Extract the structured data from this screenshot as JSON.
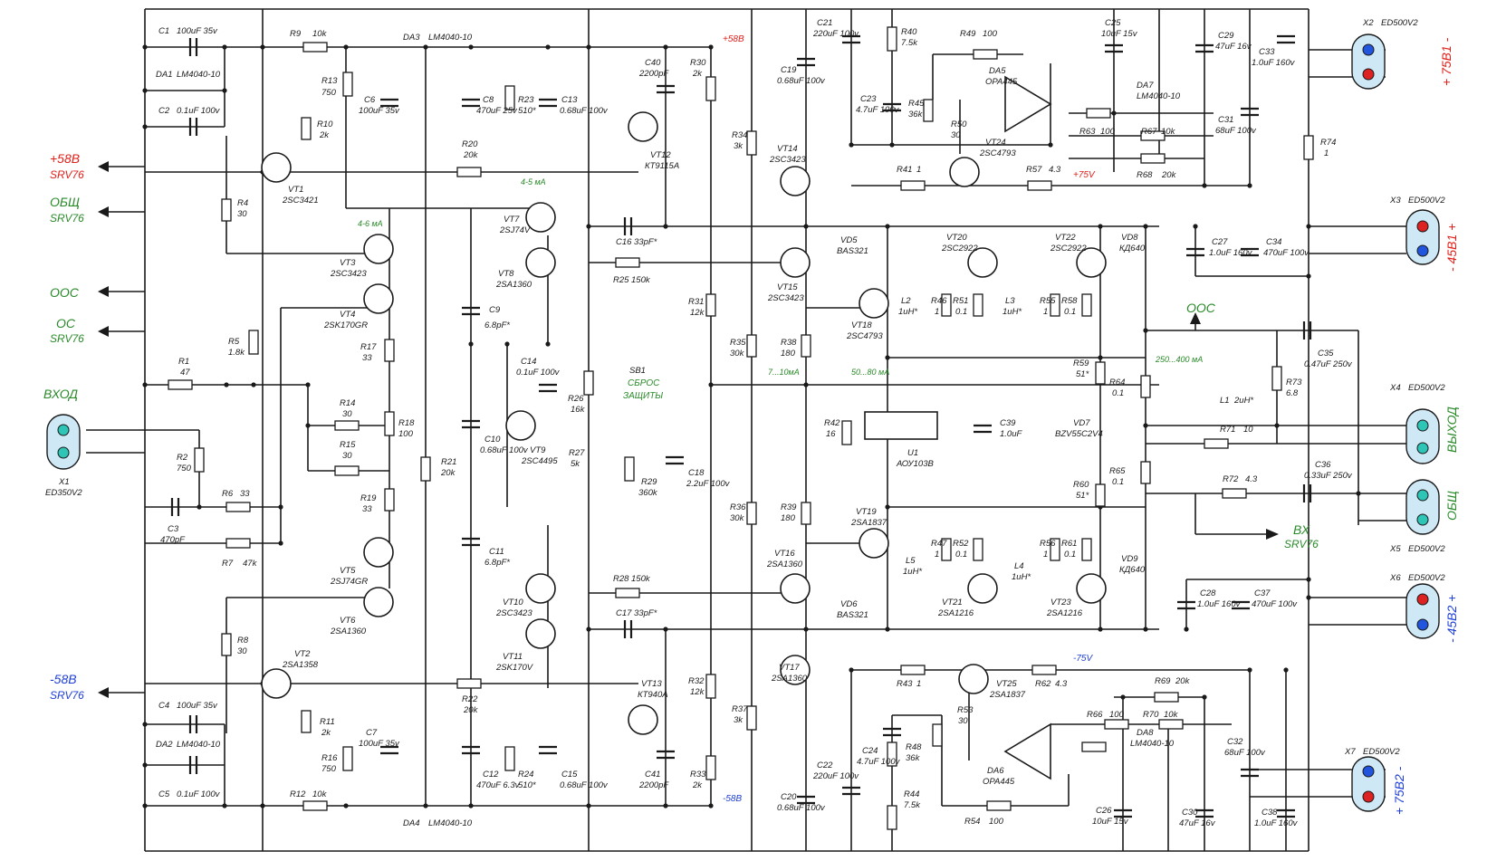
{
  "rails": {
    "pos58": "+58В",
    "neg58": "-58В",
    "pos75": "+75V",
    "neg75": "-75V"
  },
  "left_signals": [
    {
      "name": "+58В",
      "sub": "SRV76",
      "color": "red"
    },
    {
      "name": "ОБЩ",
      "sub": "SRV76",
      "color": "green"
    },
    {
      "name": "ООС",
      "sub": "",
      "color": "green"
    },
    {
      "name": "ОС",
      "sub": "SRV76",
      "color": "green"
    },
    {
      "name": "-58В",
      "sub": "SRV76",
      "color": "blue"
    }
  ],
  "input": {
    "label": "ВХОД",
    "ref": "X1",
    "part": "ED350V2"
  },
  "right_labels": {
    "x2": "+ 75В1 -",
    "x3": "- 45В1 +",
    "out": "ВЫХОД",
    "gnd": "ОБЩ",
    "x6": "- 45В2 +",
    "x7": "+ 75В2 -",
    "ooc": "ООС",
    "bx": "ВХ",
    "bx_sub": "SRV76"
  },
  "connectors": [
    {
      "ref": "X2",
      "part": "ED500V2"
    },
    {
      "ref": "X3",
      "part": "ED500V2"
    },
    {
      "ref": "X4",
      "part": "ED500V2"
    },
    {
      "ref": "X5",
      "part": "ED500V2"
    },
    {
      "ref": "X6",
      "part": "ED500V2"
    },
    {
      "ref": "X7",
      "part": "ED500V2"
    }
  ],
  "currents": {
    "vt3": "4-6 мА",
    "vt7": "4-5 мА",
    "vt15": "7...10мА",
    "vt18": "50...80 мА",
    "out": "250...400 мА"
  },
  "switch": {
    "ref": "SB1",
    "l1": "СБРОС",
    "l2": "ЗАЩИТЫ"
  },
  "components": {
    "C1": [
      "C1",
      "100uF 35v"
    ],
    "DA1": [
      "DA1",
      "LM4040-10"
    ],
    "C2": [
      "C2",
      "0.1uF 100v"
    ],
    "R9": [
      "R9",
      "10k"
    ],
    "DA3": [
      "DA3",
      "LM4040-10"
    ],
    "R13": [
      "R13",
      "750"
    ],
    "R10": [
      "R10",
      "2k"
    ],
    "C6": [
      "C6",
      "100uF 35v"
    ],
    "C8": [
      "C8",
      "470uF 25v"
    ],
    "R23": [
      "R23",
      "510*"
    ],
    "C13": [
      "C13",
      "0.68uF 100v"
    ],
    "C40": [
      "C40",
      "2200pF"
    ],
    "R30": [
      "R30",
      "2k"
    ],
    "VT12": [
      "VT12",
      "КТ9115А"
    ],
    "C19": [
      "C19",
      "0.68uF 100v"
    ],
    "C21": [
      "C21",
      "220uF 100v"
    ],
    "R34": [
      "R34",
      "3k"
    ],
    "VT14": [
      "VT14",
      "2SC3423"
    ],
    "VT1": [
      "VT1",
      "2SC3421"
    ],
    "R4": [
      "R4",
      "30"
    ],
    "R20": [
      "R20",
      "20k"
    ],
    "VT7": [
      "VT7",
      "2SJ74V"
    ],
    "VT8": [
      "VT8",
      "2SA1360"
    ],
    "VT3": [
      "VT3",
      "2SC3423"
    ],
    "VT4": [
      "VT4",
      "2SK170GR"
    ],
    "C16": [
      "C16",
      "33pF*"
    ],
    "R25": [
      "R25",
      "150k"
    ],
    "VT15": [
      "VT15",
      "2SC3423"
    ],
    "R5": [
      "R5",
      "1.8k"
    ],
    "R17": [
      "R17",
      "33"
    ],
    "C9": [
      "C9",
      "6.8pF*"
    ],
    "R31": [
      "R31",
      "12k"
    ],
    "R1": [
      "R1",
      "47"
    ],
    "R14": [
      "R14",
      "30"
    ],
    "R18": [
      "R18",
      "100"
    ],
    "R15": [
      "R15",
      "30"
    ],
    "C14": [
      "C14",
      "0.1uF 100v"
    ],
    "R26": [
      "R26",
      "16k"
    ],
    "R35": [
      "R35",
      "30k"
    ],
    "R38": [
      "R38",
      "180"
    ],
    "R2": [
      "R2",
      "750"
    ],
    "R21": [
      "R21",
      "20k"
    ],
    "C10": [
      "C10",
      "0.68uF 100v"
    ],
    "VT9": [
      "VT9",
      "2SC4495"
    ],
    "R27": [
      "R27",
      "5k"
    ],
    "R29": [
      "R29",
      "360k"
    ],
    "C18": [
      "C18",
      "2.2uF 100v"
    ],
    "R19": [
      "R19",
      "33"
    ],
    "C3": [
      "C3",
      "470pF"
    ],
    "R6": [
      "R6",
      "33"
    ],
    "R7": [
      "R7",
      "47k"
    ],
    "VT5": [
      "VT5",
      "2SJ74GR"
    ],
    "C11": [
      "C11",
      "6.8pF*"
    ],
    "R28": [
      "R28",
      "150k"
    ],
    "R36": [
      "R36",
      "30k"
    ],
    "R39": [
      "R39",
      "180"
    ],
    "VT6": [
      "VT6",
      "2SA1360"
    ],
    "VT10": [
      "VT10",
      "2SC3423"
    ],
    "C17": [
      "C17",
      "33pF*"
    ],
    "VT16": [
      "VT16",
      "2SA1360"
    ],
    "R8": [
      "R8",
      "30"
    ],
    "VT2": [
      "VT2",
      "2SA1358"
    ],
    "VT11": [
      "VT11",
      "2SK170V"
    ],
    "R22": [
      "R22",
      "20k"
    ],
    "VT13": [
      "VT13",
      "КТ940А"
    ],
    "R32": [
      "R32",
      "12k"
    ],
    "VT17": [
      "VT17",
      "2SA1360"
    ],
    "R37": [
      "R37",
      "3k"
    ],
    "R11": [
      "R11",
      "2k"
    ],
    "C4": [
      "C4",
      "100uF 35v"
    ],
    "DA2": [
      "DA2",
      "LM4040-10"
    ],
    "C7": [
      "C7",
      "100uF 35v"
    ],
    "R16": [
      "R16",
      "750"
    ],
    "C12": [
      "C12",
      "470uF 6.3v"
    ],
    "R24": [
      "R24",
      "510*"
    ],
    "C15": [
      "C15",
      "0.68uF 100v"
    ],
    "C41": [
      "C41",
      "2200pF"
    ],
    "R33": [
      "R33",
      "2k"
    ],
    "C5": [
      "C5",
      "0.1uF 100v"
    ],
    "R12": [
      "R12",
      "10k"
    ],
    "DA4": [
      "DA4",
      "LM4040-10"
    ],
    "C20": [
      "C20",
      "0.68uF 100v"
    ],
    "C22": [
      "C22",
      "220uF 100v"
    ],
    "R40": [
      "R40",
      "7.5k"
    ],
    "R49": [
      "R49",
      "100"
    ],
    "DA5": [
      "DA5",
      "OPA445"
    ],
    "C23": [
      "C23",
      "4.7uF 100v"
    ],
    "R45": [
      "R45",
      "36k"
    ],
    "R50": [
      "R50",
      "30"
    ],
    "VT24": [
      "VT24",
      "2SC4793"
    ],
    "R41": [
      "R41",
      "1"
    ],
    "R57": [
      "R57",
      "4.3"
    ],
    "C25": [
      "C25",
      "10uF 15v"
    ],
    "DA7": [
      "DA7",
      "LM4040-10"
    ],
    "C29": [
      "C29",
      "47uF 16v"
    ],
    "R63": [
      "R63",
      "100"
    ],
    "R67": [
      "R67",
      "10k"
    ],
    "R68": [
      "R68",
      "20k"
    ],
    "C31": [
      "C31",
      "68uF 100v"
    ],
    "C33": [
      "C33",
      "1.0uF 160v"
    ],
    "R74": [
      "R74",
      "1"
    ],
    "VD5": [
      "VD5",
      "BAS321"
    ],
    "VT20": [
      "VT20",
      "2SC2922"
    ],
    "VT22": [
      "VT22",
      "2SC2922"
    ],
    "VD8": [
      "VD8",
      "КД640"
    ],
    "C27": [
      "C27",
      "1.0uF 160v"
    ],
    "C34": [
      "C34",
      "470uF 100v"
    ],
    "VT18": [
      "VT18",
      "2SC4793"
    ],
    "L2": [
      "L2",
      "1uH*"
    ],
    "R46": [
      "R46",
      "1"
    ],
    "R51": [
      "R51",
      "0.1"
    ],
    "L3": [
      "L3",
      "1uH*"
    ],
    "R55": [
      "R55",
      "1"
    ],
    "R58": [
      "R58",
      "0.1"
    ],
    "R59": [
      "R59",
      "51*"
    ],
    "R64": [
      "R64",
      "0.1"
    ],
    "C35": [
      "C35",
      "0.47uF 250v"
    ],
    "R73": [
      "R73",
      "6.8"
    ],
    "R42": [
      "R42",
      "16"
    ],
    "U1": [
      "U1",
      "АОУ103В"
    ],
    "C39": [
      "C39",
      "1.0uF"
    ],
    "VD7": [
      "VD7",
      "BZV55C2V4"
    ],
    "L1": [
      "L1",
      "2uH*"
    ],
    "R71": [
      "R71",
      "10"
    ],
    "R65": [
      "R65",
      "0.1"
    ],
    "R60": [
      "R60",
      "51*"
    ],
    "R72": [
      "R72",
      "4.3"
    ],
    "C36": [
      "C36",
      "0.33uF 250v"
    ],
    "VT19": [
      "VT19",
      "2SA1837"
    ],
    "L5": [
      "L5",
      "1uH*"
    ],
    "R47": [
      "R47",
      "1"
    ],
    "R52": [
      "R52",
      "0.1"
    ],
    "L4": [
      "L4",
      "1uH*"
    ],
    "R56": [
      "R56",
      "1"
    ],
    "R61": [
      "R61",
      "0.1"
    ],
    "VT21": [
      "VT21",
      "2SA1216"
    ],
    "VT23": [
      "VT23",
      "2SA1216"
    ],
    "VD9": [
      "VD9",
      "КД640"
    ],
    "C28": [
      "C28",
      "1.0uF 160v"
    ],
    "C37": [
      "C37",
      "470uF 100v"
    ],
    "VD6": [
      "VD6",
      "BAS321"
    ],
    "R43": [
      "R43",
      "1"
    ],
    "VT25": [
      "VT25",
      "2SA1837"
    ],
    "R62": [
      "R62",
      "4.3"
    ],
    "R69": [
      "R69",
      "20k"
    ],
    "R53": [
      "R53",
      "30"
    ],
    "C24": [
      "C24",
      "4.7uF 100v"
    ],
    "R48": [
      "R48",
      "36k"
    ],
    "R66": [
      "R66",
      "100"
    ],
    "R70": [
      "R70",
      "10k"
    ],
    "DA6": [
      "DA6",
      "OPA445"
    ],
    "DA8": [
      "DA8",
      "LM4040-10"
    ],
    "C32": [
      "C32",
      "68uF 100v"
    ],
    "R44": [
      "R44",
      "7.5k"
    ],
    "R54": [
      "R54",
      "100"
    ],
    "C26": [
      "C26",
      "10uF 15v"
    ],
    "C30": [
      "C30",
      "47uF 16v"
    ],
    "C38": [
      "C38",
      "1.0uF 160v"
    ]
  }
}
